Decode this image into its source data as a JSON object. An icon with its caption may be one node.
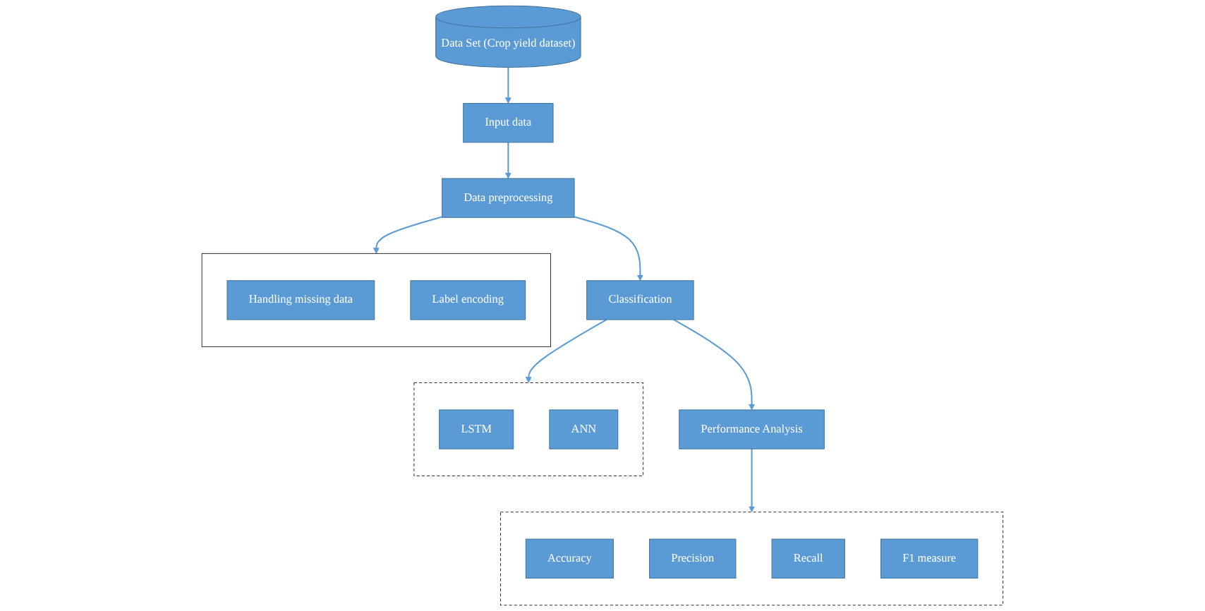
{
  "diagram": {
    "nodes": [
      {
        "text": [
          "Data Set (Crop yield dataset)"
        ]
      },
      {
        "text": [
          "Input data"
        ]
      },
      {
        "text": [
          "Data preprocessing"
        ]
      },
      {
        "text": [],
        "shape": "box"
      },
      {
        "text": [
          "Handling missing data"
        ],
        "in": 3
      },
      {
        "text": [
          "Label encoding"
        ],
        "in": 3
      },
      {
        "text": [
          "Classification"
        ]
      },
      {
        "text": [],
        "shape": "box"
      },
      {
        "text": [
          "LSTM"
        ],
        "in": 7
      },
      {
        "text": [
          "ANN"
        ],
        "in": 7
      },
      {
        "text": [
          "Performance Analysis"
        ]
      },
      {
        "text": [],
        "shape": "box"
      },
      {
        "text": [
          "Accuracy"
        ],
        "in": 11
      },
      {
        "text": [
          "Precision"
        ],
        "in": 11
      },
      {
        "text": [
          "Recall"
        ],
        "in": 11
      },
      {
        "text": [
          "F1 measure"
        ],
        "in": 11
      }
    ],
    "edges": [
      {
        "from": 0,
        "to": 1,
        "arrow": "to"
      },
      {
        "from": 1,
        "to": 2,
        "arrow": "to"
      },
      {
        "from": 2,
        "to": 3,
        "arrow": "to"
      },
      {
        "from": 2,
        "to": 6,
        "arrow": "to"
      },
      {
        "from": 6,
        "to": 7,
        "arrow": "to"
      },
      {
        "from": 6,
        "to": 10,
        "arrow": "to"
      },
      {
        "from": 10,
        "to": 11,
        "arrow": "to"
      }
    ]
  }
}
